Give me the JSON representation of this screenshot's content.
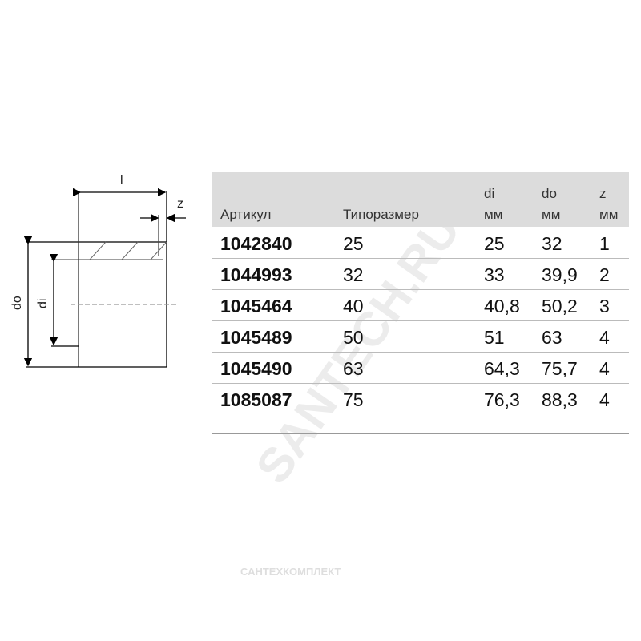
{
  "drawing": {
    "labels": {
      "l": "l",
      "z": "z",
      "do": "do",
      "di": "di"
    }
  },
  "table": {
    "headers": [
      {
        "line1": "",
        "line2": "Артикул"
      },
      {
        "line1": "",
        "line2": "Типоразмер"
      },
      {
        "line1": "di",
        "line2": "мм"
      },
      {
        "line1": "do",
        "line2": "мм"
      },
      {
        "line1": "z",
        "line2": "мм"
      }
    ],
    "rows": [
      [
        "1042840",
        "25",
        "25",
        "32",
        "1"
      ],
      [
        "1044993",
        "32",
        "33",
        "39,9",
        "2"
      ],
      [
        "1045464",
        "40",
        "40,8",
        "50,2",
        "3"
      ],
      [
        "1045489",
        "50",
        "51",
        "63",
        "4"
      ],
      [
        "1045490",
        "63",
        "64,3",
        "75,7",
        "4"
      ],
      [
        "1085087",
        "75",
        "76,3",
        "88,3",
        "4"
      ]
    ]
  },
  "watermark": {
    "diagonal": "SANTECH.RU",
    "footer": "САНТЕХКОМПЛЕКТ"
  },
  "colors": {
    "header_bg": "#dcdcdc",
    "rule": "#bbbbbb"
  }
}
